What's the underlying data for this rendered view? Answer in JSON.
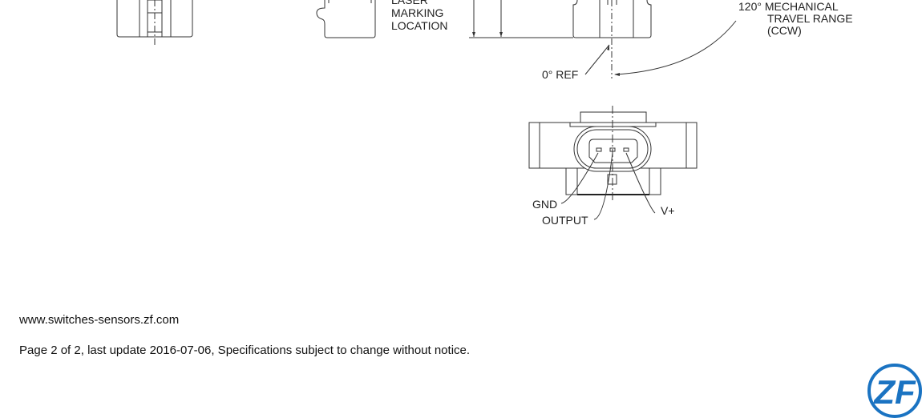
{
  "drawing": {
    "laser_label": [
      "LASER",
      "MARKING",
      "LOCATION"
    ],
    "travel_label": [
      "120° MECHANICAL",
      "TRAVEL RANGE",
      "(CCW)"
    ],
    "ref_label": "0° REF",
    "pins": {
      "gnd": "GND",
      "output": "OUTPUT",
      "vplus": "V+"
    }
  },
  "footer": {
    "url": "www.switches-sensors.zf.com",
    "page_note": "Page 2 of 2, last update 2016-07-06, Specifications subject to change without notice."
  },
  "logo": {
    "text": "ZF",
    "color": "#1a73c2"
  }
}
